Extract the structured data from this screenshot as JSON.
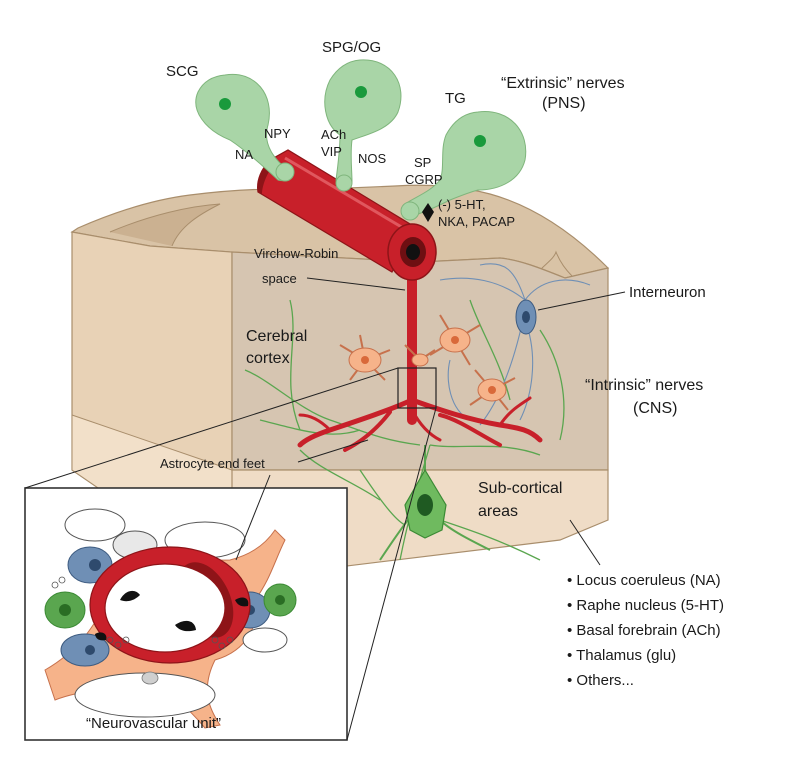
{
  "colors": {
    "vessel": "#c8202a",
    "vessel_dark": "#8e1418",
    "ganglion": "#a9d5a7",
    "ganglion_nucleus": "#1a9a3c",
    "tissue_top": "#d9c3a6",
    "tissue_front": "#ecd6bc",
    "cortex_face": "#d6c5b1",
    "astrocyte": "#f6b38a",
    "interneuron": "#6f8fb5",
    "intrinsic_fiber": "#5aa64f"
  },
  "ganglia": {
    "scg": "SCG",
    "spg": "SPG/OG",
    "tg": "TG"
  },
  "transmitters": {
    "npy": "NPY",
    "na": "NA",
    "ach": "ACh",
    "vip": "VIP",
    "nos": "NOS",
    "sp": "SP",
    "cgrp": "CGRP",
    "receptor_line1": "(-) 5-HT,",
    "receptor_line2": "NKA, PACAP"
  },
  "labels": {
    "extrinsic_line1": "“Extrinsic” nerves",
    "extrinsic_line2": "(PNS)",
    "virchow_line1": "Virchow-Robin",
    "virchow_line2": "space",
    "interneuron": "Interneuron",
    "cortex_line1": "Cerebral",
    "cortex_line2": "cortex",
    "intrinsic_line1": "“Intrinsic” nerves",
    "intrinsic_line2": "(CNS)",
    "astrocyte_end_feet": "Astrocyte end feet",
    "subcortical_line1": "Sub-cortical",
    "subcortical_line2": "areas",
    "neurovascular_unit": "“Neurovascular unit”"
  },
  "subcortical_sources": [
    "• Locus coeruleus (NA)",
    "• Raphe nucleus (5-HT)",
    "• Basal forebrain (ACh)",
    "• Thalamus (glu)",
    "• Others..."
  ]
}
